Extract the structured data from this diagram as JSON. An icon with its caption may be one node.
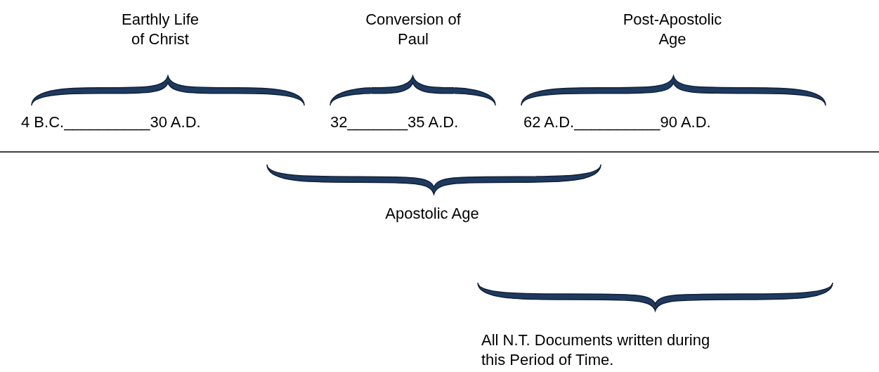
{
  "diagram": {
    "labels": [
      "Earthly Life of Christ",
      "Conversion of Paul",
      "Post-Apostolic Age",
      "4 B.C.__________30 A.D.",
      "32_______35 A.D.",
      "62 A.D.__________90 A.D.",
      "Apostolic Age",
      "All N.T. Documents written during this Period of Time."
    ]
  }
}
